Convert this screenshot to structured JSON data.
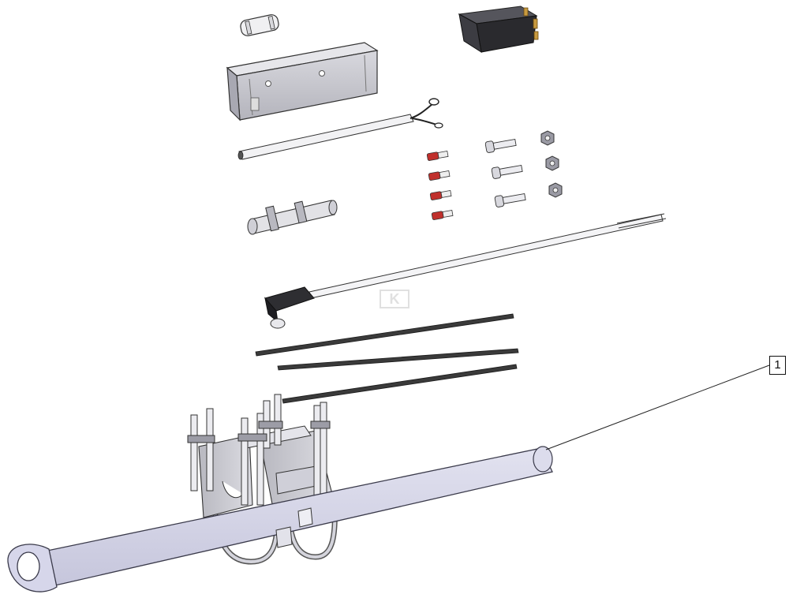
{
  "callouts": [
    {
      "label": "1",
      "part": "main-mounting-bar"
    }
  ],
  "watermark_logo": "K",
  "colors": {
    "background": "#ffffff",
    "bar_fill": "#d4d4e8",
    "bar_stroke": "#3a3a4a",
    "part_fill_light": "#ececf0",
    "part_fill_mid": "#c8c8d4",
    "relay_fill": "#2a2a2e",
    "connector_red": "#c0302c",
    "cable_dark": "#3a3a3a",
    "leader_line": "#222222"
  }
}
